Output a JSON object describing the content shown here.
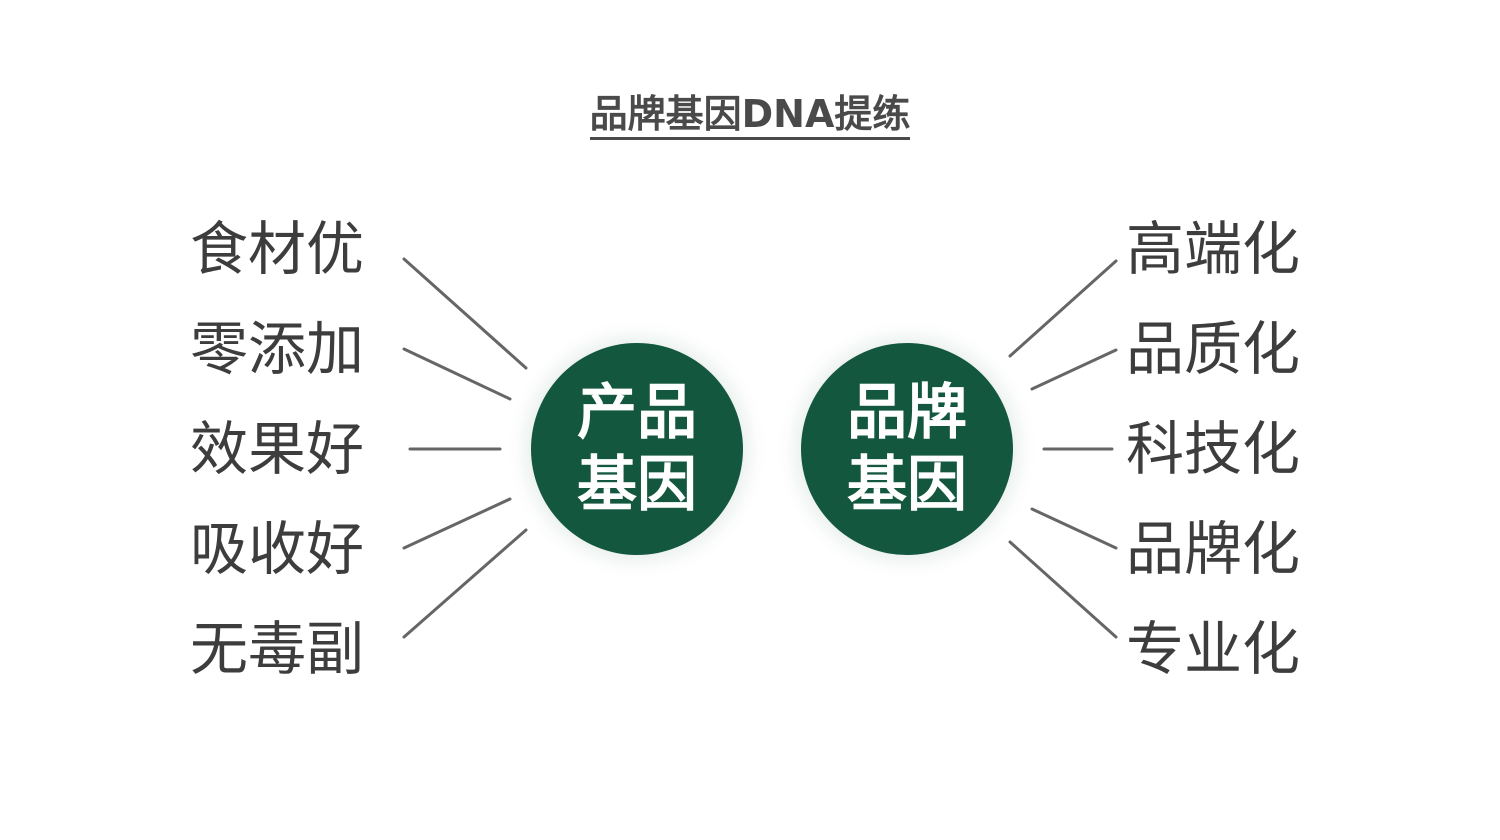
{
  "title": "品牌基因DNA提练",
  "left_hub": {
    "label": "产品基因"
  },
  "right_hub": {
    "label": "品牌基因"
  },
  "left_items": [
    "食材优",
    "零添加",
    "效果好",
    "吸收好",
    "无毒副"
  ],
  "right_items": [
    "高端化",
    "品质化",
    "科技化",
    "品牌化",
    "专业化"
  ],
  "colors": {
    "hub_fill": "#14573f",
    "text": "#3d3d3d",
    "connector": "#666666"
  }
}
